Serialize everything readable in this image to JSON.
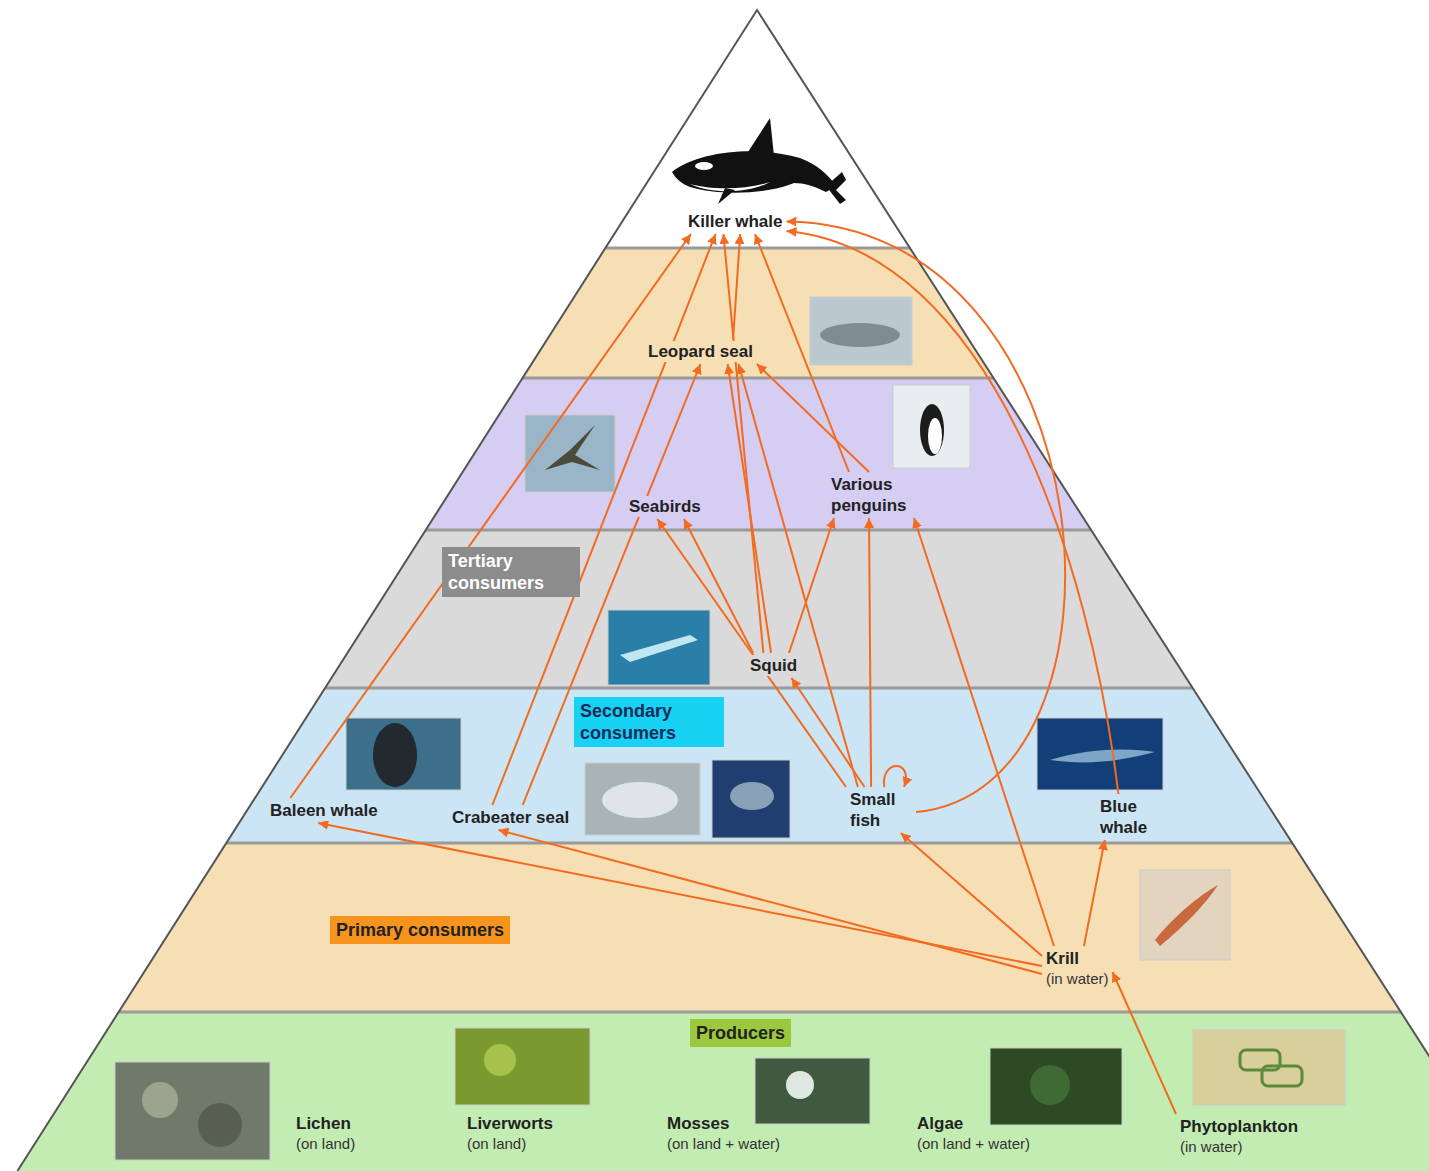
{
  "diagram": {
    "nodes": [
      {
        "text": [
          "Killer whale"
        ]
      },
      {
        "text": [
          "Leopard seal"
        ]
      },
      {
        "text": [
          "Seabirds"
        ]
      },
      {
        "text": [
          "Various penguins"
        ]
      },
      {
        "text": [
          "Tertiary consumers"
        ]
      },
      {
        "text": [
          "Squid"
        ]
      },
      {
        "text": [
          "Secondary consumers"
        ]
      },
      {
        "text": [
          "Baleen whale"
        ]
      },
      {
        "text": [
          "Crabeater seal"
        ]
      },
      {
        "text": [
          "Small fish"
        ]
      },
      {
        "text": [
          "Blue whale"
        ]
      },
      {
        "text": [
          "Primary consumers"
        ]
      },
      {
        "text": [
          "Krill",
          "(in water)"
        ]
      },
      {
        "text": [
          "Producers"
        ]
      },
      {
        "text": [
          "Lichen",
          "(on land)"
        ]
      },
      {
        "text": [
          "Liverworts",
          "(on land)"
        ]
      },
      {
        "text": [
          "Mosses",
          "(on land + water)"
        ]
      },
      {
        "text": [
          "Algae",
          "(on land + water)"
        ]
      },
      {
        "text": [
          "Phytoplankton",
          "(in water)"
        ]
      }
    ],
    "edges": [
      {
        "from": 7,
        "to": 0,
        "arrow": "to"
      },
      {
        "from": 8,
        "to": 0,
        "arrow": "to"
      },
      {
        "from": 8,
        "to": 1,
        "arrow": "to"
      },
      {
        "from": 1,
        "to": 0,
        "arrow": "to"
      },
      {
        "from": 3,
        "to": 0,
        "arrow": "to"
      },
      {
        "from": 3,
        "to": 1,
        "arrow": "to"
      },
      {
        "from": 5,
        "to": 0,
        "arrow": "to"
      },
      {
        "from": 5,
        "to": 1,
        "arrow": "to"
      },
      {
        "from": 5,
        "to": 2,
        "arrow": "to"
      },
      {
        "from": 5,
        "to": 3,
        "arrow": "to"
      },
      {
        "from": 9,
        "to": 0,
        "arrow": "to"
      },
      {
        "from": 9,
        "to": 1,
        "arrow": "to"
      },
      {
        "from": 9,
        "to": 2,
        "arrow": "to"
      },
      {
        "from": 9,
        "to": 5,
        "arrow": "to"
      },
      {
        "from": 9,
        "to": 3,
        "arrow": "to"
      },
      {
        "from": 9,
        "to": 9,
        "arrow": "to"
      },
      {
        "from": 10,
        "to": 0,
        "arrow": "to"
      },
      {
        "from": 12,
        "to": 7,
        "arrow": "to"
      },
      {
        "from": 12,
        "to": 8,
        "arrow": "to"
      },
      {
        "from": 12,
        "to": 9,
        "arrow": "to"
      },
      {
        "from": 12,
        "to": 10,
        "arrow": "to"
      },
      {
        "from": 12,
        "to": 3,
        "arrow": "to"
      },
      {
        "from": 18,
        "to": 12,
        "arrow": "to"
      }
    ]
  }
}
